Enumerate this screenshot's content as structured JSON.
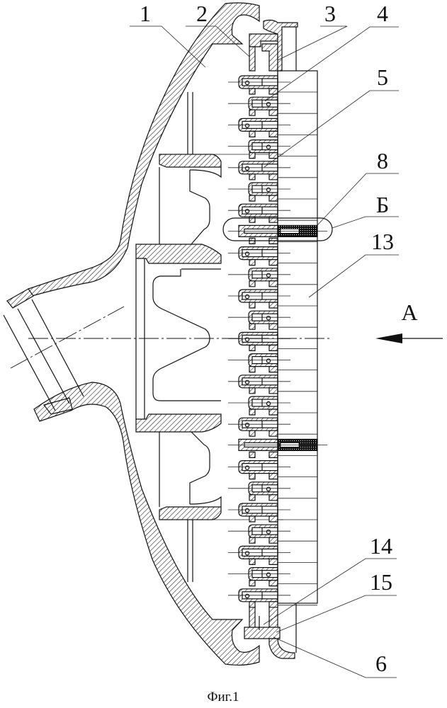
{
  "figure": {
    "caption": "Фиг.1",
    "view_label": "A",
    "detail_label": "Б"
  },
  "callouts": [
    {
      "id": "1",
      "text": "1"
    },
    {
      "id": "2",
      "text": "2"
    },
    {
      "id": "3",
      "text": "3"
    },
    {
      "id": "4",
      "text": "4"
    },
    {
      "id": "5",
      "text": "5"
    },
    {
      "id": "8",
      "text": "8"
    },
    {
      "id": "13",
      "text": "13"
    },
    {
      "id": "14",
      "text": "14"
    },
    {
      "id": "15",
      "text": "15"
    },
    {
      "id": "6",
      "text": "6"
    }
  ],
  "colors": {
    "ink": "#111111",
    "paper": "#ffffff"
  }
}
